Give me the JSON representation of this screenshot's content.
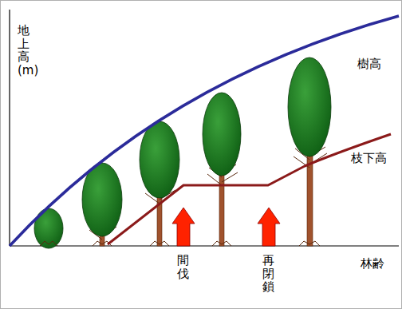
{
  "diagram": {
    "labels": [
      "地上高 (m)",
      "樹高",
      "枝下高",
      "間伐",
      "再閉鎖",
      "林齢"
    ]
  }
}
